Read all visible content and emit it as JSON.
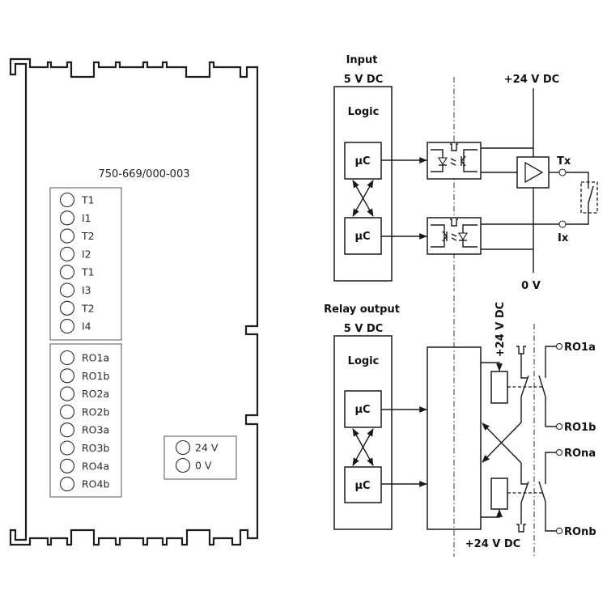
{
  "module": {
    "part_number": "750-669/000-003",
    "input_terminals": [
      "T1",
      "I1",
      "T2",
      "I2",
      "T1",
      "I3",
      "T2",
      "I4"
    ],
    "relay_terminals": [
      "RO1a",
      "RO1b",
      "RO2a",
      "RO2b",
      "RO3a",
      "RO3b",
      "RO4a",
      "RO4b"
    ],
    "power_terminals": [
      "24 V",
      "0 V"
    ]
  },
  "input_circuit": {
    "title": "Input",
    "supply": "5 V DC",
    "logic_label": "Logic",
    "mcu_labels": [
      "μC",
      "μC"
    ],
    "rail_top": "+24 V DC",
    "rail_bottom": "0 V",
    "test_output": "Tx",
    "input": "Ix"
  },
  "relay_circuit": {
    "title": "Relay output",
    "supply": "5 V DC",
    "logic_label": "Logic",
    "mcu_labels": [
      "μC",
      "μC"
    ],
    "coil_supply_top": "+24 V DC",
    "coil_supply_bottom": "+24 V DC",
    "contacts": [
      "RO1a",
      "RO1b",
      "ROna",
      "ROnb"
    ]
  }
}
